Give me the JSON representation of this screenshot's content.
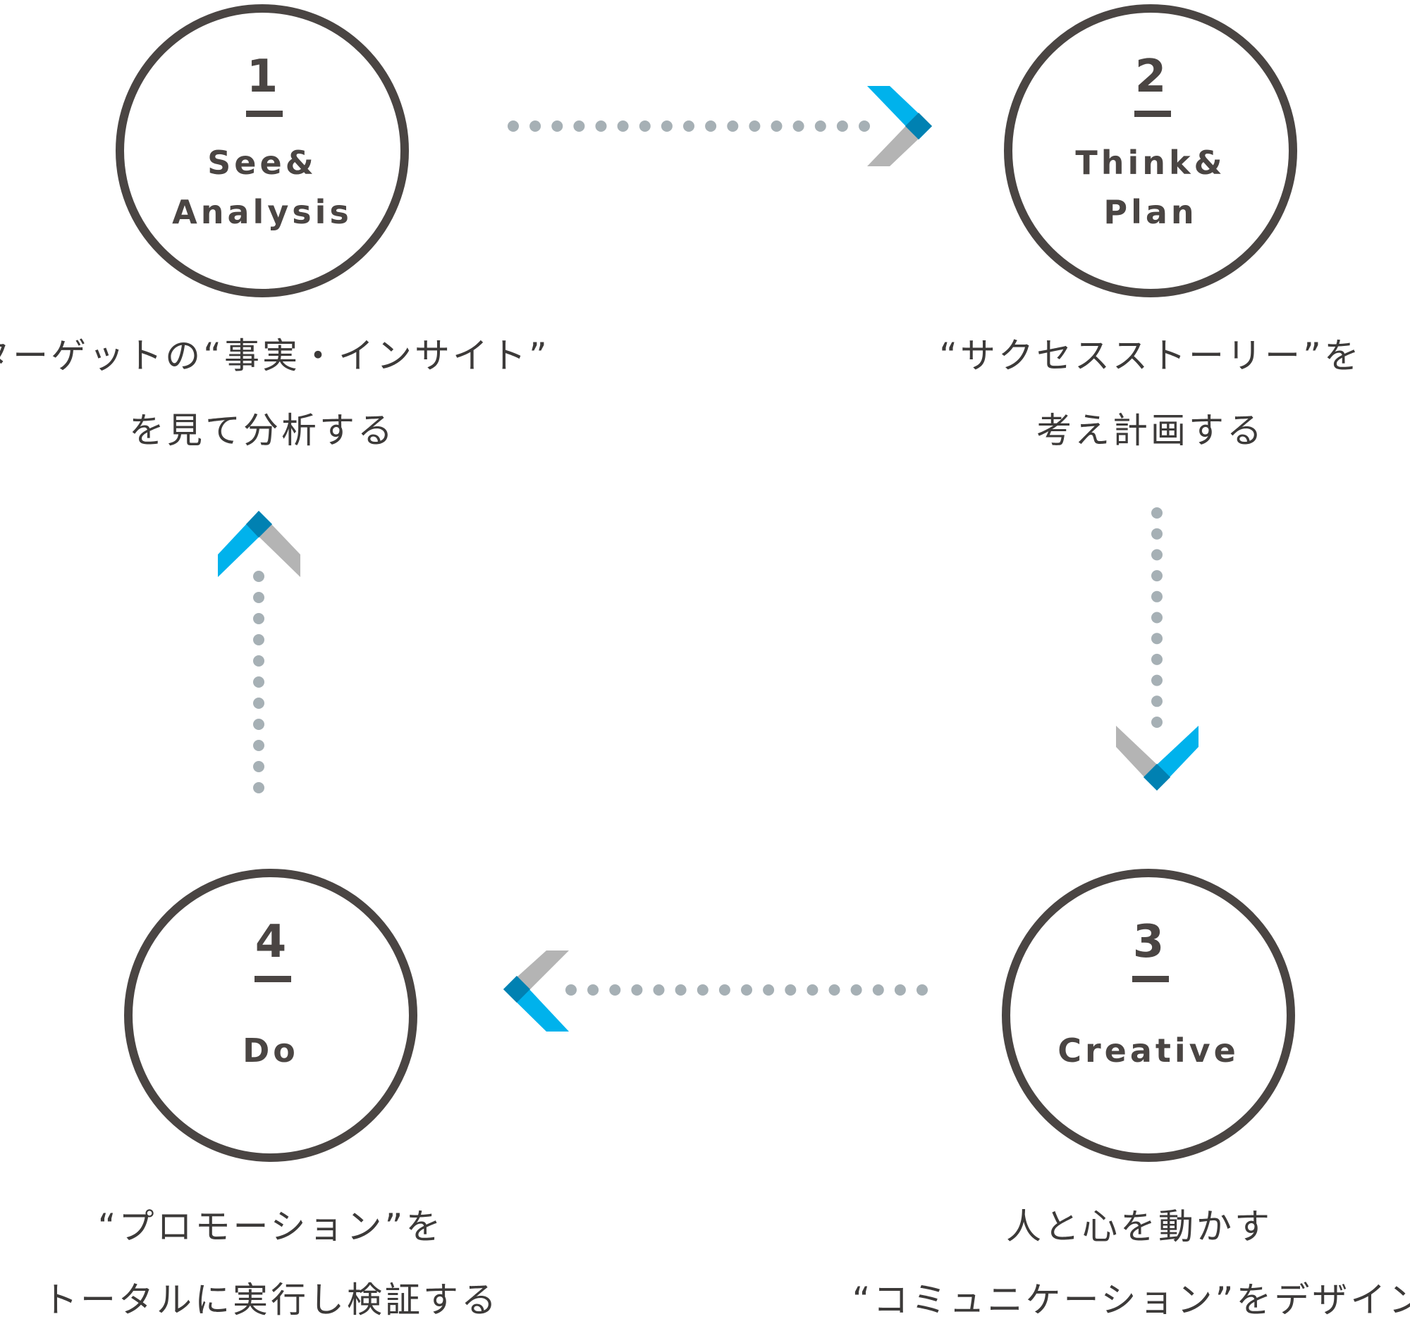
{
  "colors": {
    "circle_stroke": "#4a4543",
    "text": "#4a4543",
    "dots": "#a6b0b5",
    "arrow_blue": "#00b2ec",
    "arrow_dark_blue": "#0081b2",
    "arrow_gray": "#b4b4b4"
  },
  "steps": [
    {
      "number": "1",
      "title_line1": "See&",
      "title_line2": "Analysis",
      "desc_line1": "ターゲットの“事実・インサイト”",
      "desc_line2": "を見て分析する"
    },
    {
      "number": "2",
      "title_line1": "Think&",
      "title_line2": "Plan",
      "desc_line1": "“サクセスストーリー”を",
      "desc_line2": "考え計画する"
    },
    {
      "number": "3",
      "title_line1": "Creative",
      "desc_line1": "人と心を動かす",
      "desc_line2": "“コミュニケーション”をデザイン"
    },
    {
      "number": "4",
      "title_line1": "Do",
      "desc_line1": "“プロモーション”を",
      "desc_line2": "トータルに実行し検証する"
    }
  ],
  "connectors": [
    {
      "from": "1",
      "to": "2",
      "direction": "right",
      "icon": "chevron-right-icon"
    },
    {
      "from": "2",
      "to": "3",
      "direction": "down",
      "icon": "chevron-down-icon"
    },
    {
      "from": "3",
      "to": "4",
      "direction": "left",
      "icon": "chevron-left-icon"
    },
    {
      "from": "4",
      "to": "1",
      "direction": "up",
      "icon": "chevron-up-icon"
    }
  ]
}
